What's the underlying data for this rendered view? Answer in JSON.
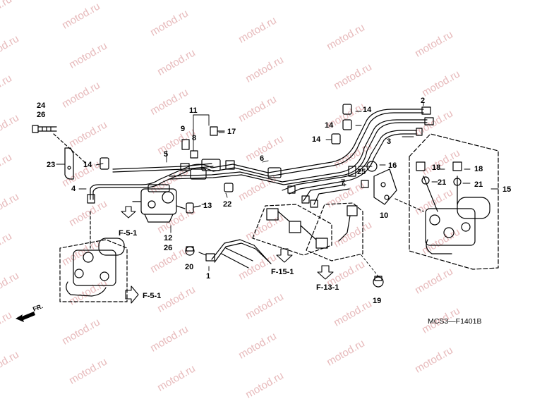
{
  "watermark": "motod.ru",
  "diagram_code": "MCS3—F1401B",
  "front_label": "FR.",
  "callouts": {
    "c1": "1",
    "c2": "2",
    "c3": "3",
    "c4": "4",
    "c5": "5",
    "c6": "6",
    "c7": "7",
    "c8": "8",
    "c9": "9",
    "c10": "10",
    "c11": "11",
    "c13": "13",
    "c14a": "14",
    "c14b": "14",
    "c14c": "14",
    "c14d": "14",
    "c15": "15",
    "c16": "16",
    "c17": "17",
    "c18a": "18",
    "c18b": "18",
    "c19": "19",
    "c20": "20",
    "c21a": "21",
    "c21b": "21",
    "c22": "22",
    "c23": "23",
    "c24": "24",
    "c25": "25",
    "c26a": "26",
    "c26b": "26",
    "c12": "12"
  },
  "references": {
    "f51a": "F-5-1",
    "f51b": "F-5-1",
    "f151": "F-15-1",
    "f131": "F-13-1"
  }
}
